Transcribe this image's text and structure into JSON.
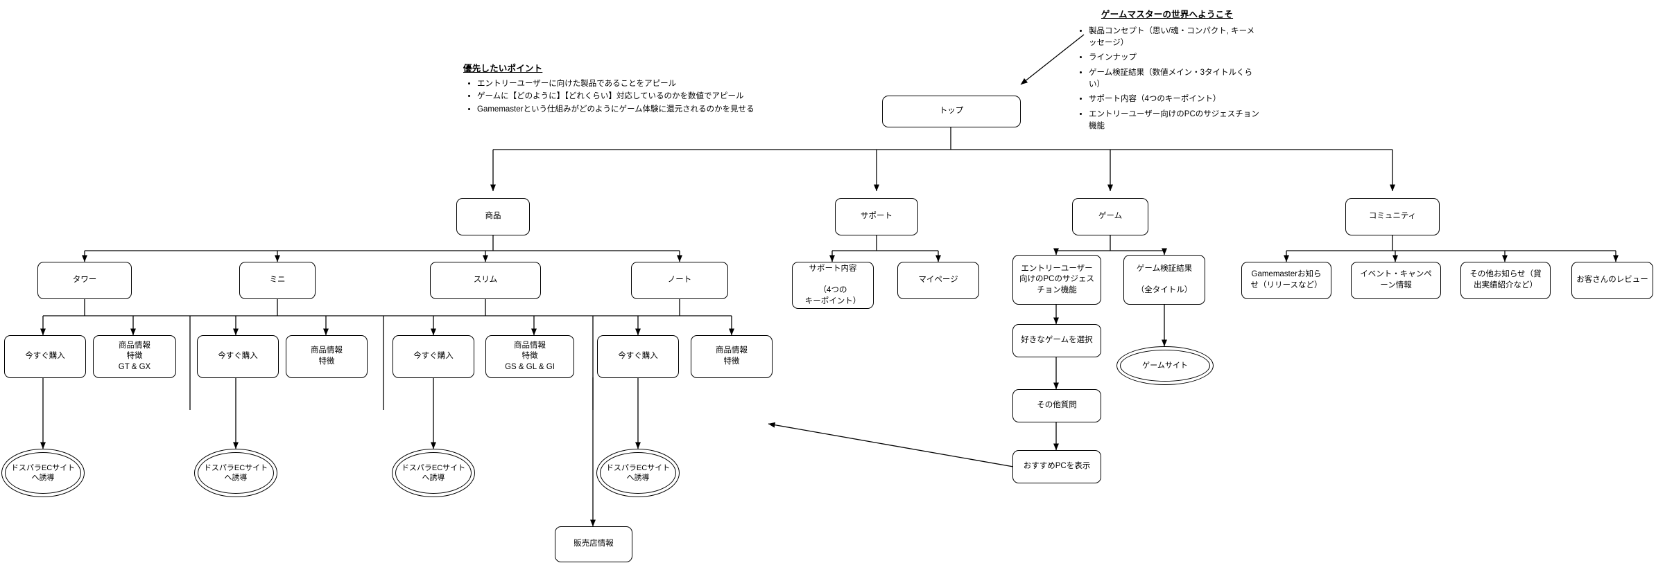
{
  "diagram": {
    "title_visible": false,
    "annotations": [
      {
        "id": "priority-points",
        "heading": "優先したいポイント",
        "bullets": [
          "エントリーユーザーに向けた製品であることをアピール",
          "ゲームに【どのように】【どれくらい】対応しているのかを数値でアピール",
          "Gamemasterという仕組みがどのようにゲーム体験に還元されるのかを見せる"
        ]
      },
      {
        "id": "gamemaster-world",
        "heading": "ゲームマスターの世界へようこそ",
        "bullets": [
          "製品コンセプト（思い/魂・コンパクト, キーメッセージ）",
          "ラインナップ",
          "ゲーム検証結果（数値メイン・3タイトルくらい）",
          "サポート内容（4つのキーポイント）",
          "エントリーユーザー向けのPCのサジェスチョン機能"
        ]
      }
    ],
    "nodes": {
      "top": "トップ",
      "product": "商品",
      "support": "サポート",
      "game": "ゲーム",
      "community": "コミュニティ",
      "tower": "タワー",
      "mini": "ミニ",
      "slim": "スリム",
      "note": "ノート",
      "buy_tower": "今すぐ購入",
      "info_tower": "商品情報\n特徴\nGT & GX",
      "buy_mini": "今すぐ購入",
      "info_mini": "商品情報\n特徴",
      "buy_slim": "今すぐ購入",
      "info_slim": "商品情報\n特徴\nGS & GL & GI",
      "buy_note": "今すぐ購入",
      "info_note": "商品情報\n特徴",
      "ec_tower": "ドスパラECサイト\nへ誘導",
      "ec_mini": "ドスパラECサイト\nへ誘導",
      "ec_slim": "ドスパラECサイト\nへ誘導",
      "ec_note": "ドスパラECサイト\nへ誘導",
      "shop_info": "販売店情報",
      "support_content": "サポート内容\n\n（4つの\nキーポイント）",
      "mypage": "マイページ",
      "suggest": "エントリーユーザー\n向けのPCのサジェス\nチョン機能",
      "game_result": "ゲーム検証結果\n\n（全タイトル）",
      "game_site": "ゲームサイト",
      "select_game": "好きなゲームを選択",
      "other_questions": "その他質問",
      "recommend_pc": "おすすめPCを表示",
      "gm_news": "Gamemasterお知ら\nせ（リリースなど）",
      "event_campaign": "イベント・キャンペ\nーン情報",
      "other_news": "その他お知らせ（貸\n出実績紹介など）",
      "reviews": "お客さんのレビュー"
    },
    "colors": {
      "line": "#000000",
      "node_fill": "#ffffff",
      "text": "#000000"
    }
  }
}
